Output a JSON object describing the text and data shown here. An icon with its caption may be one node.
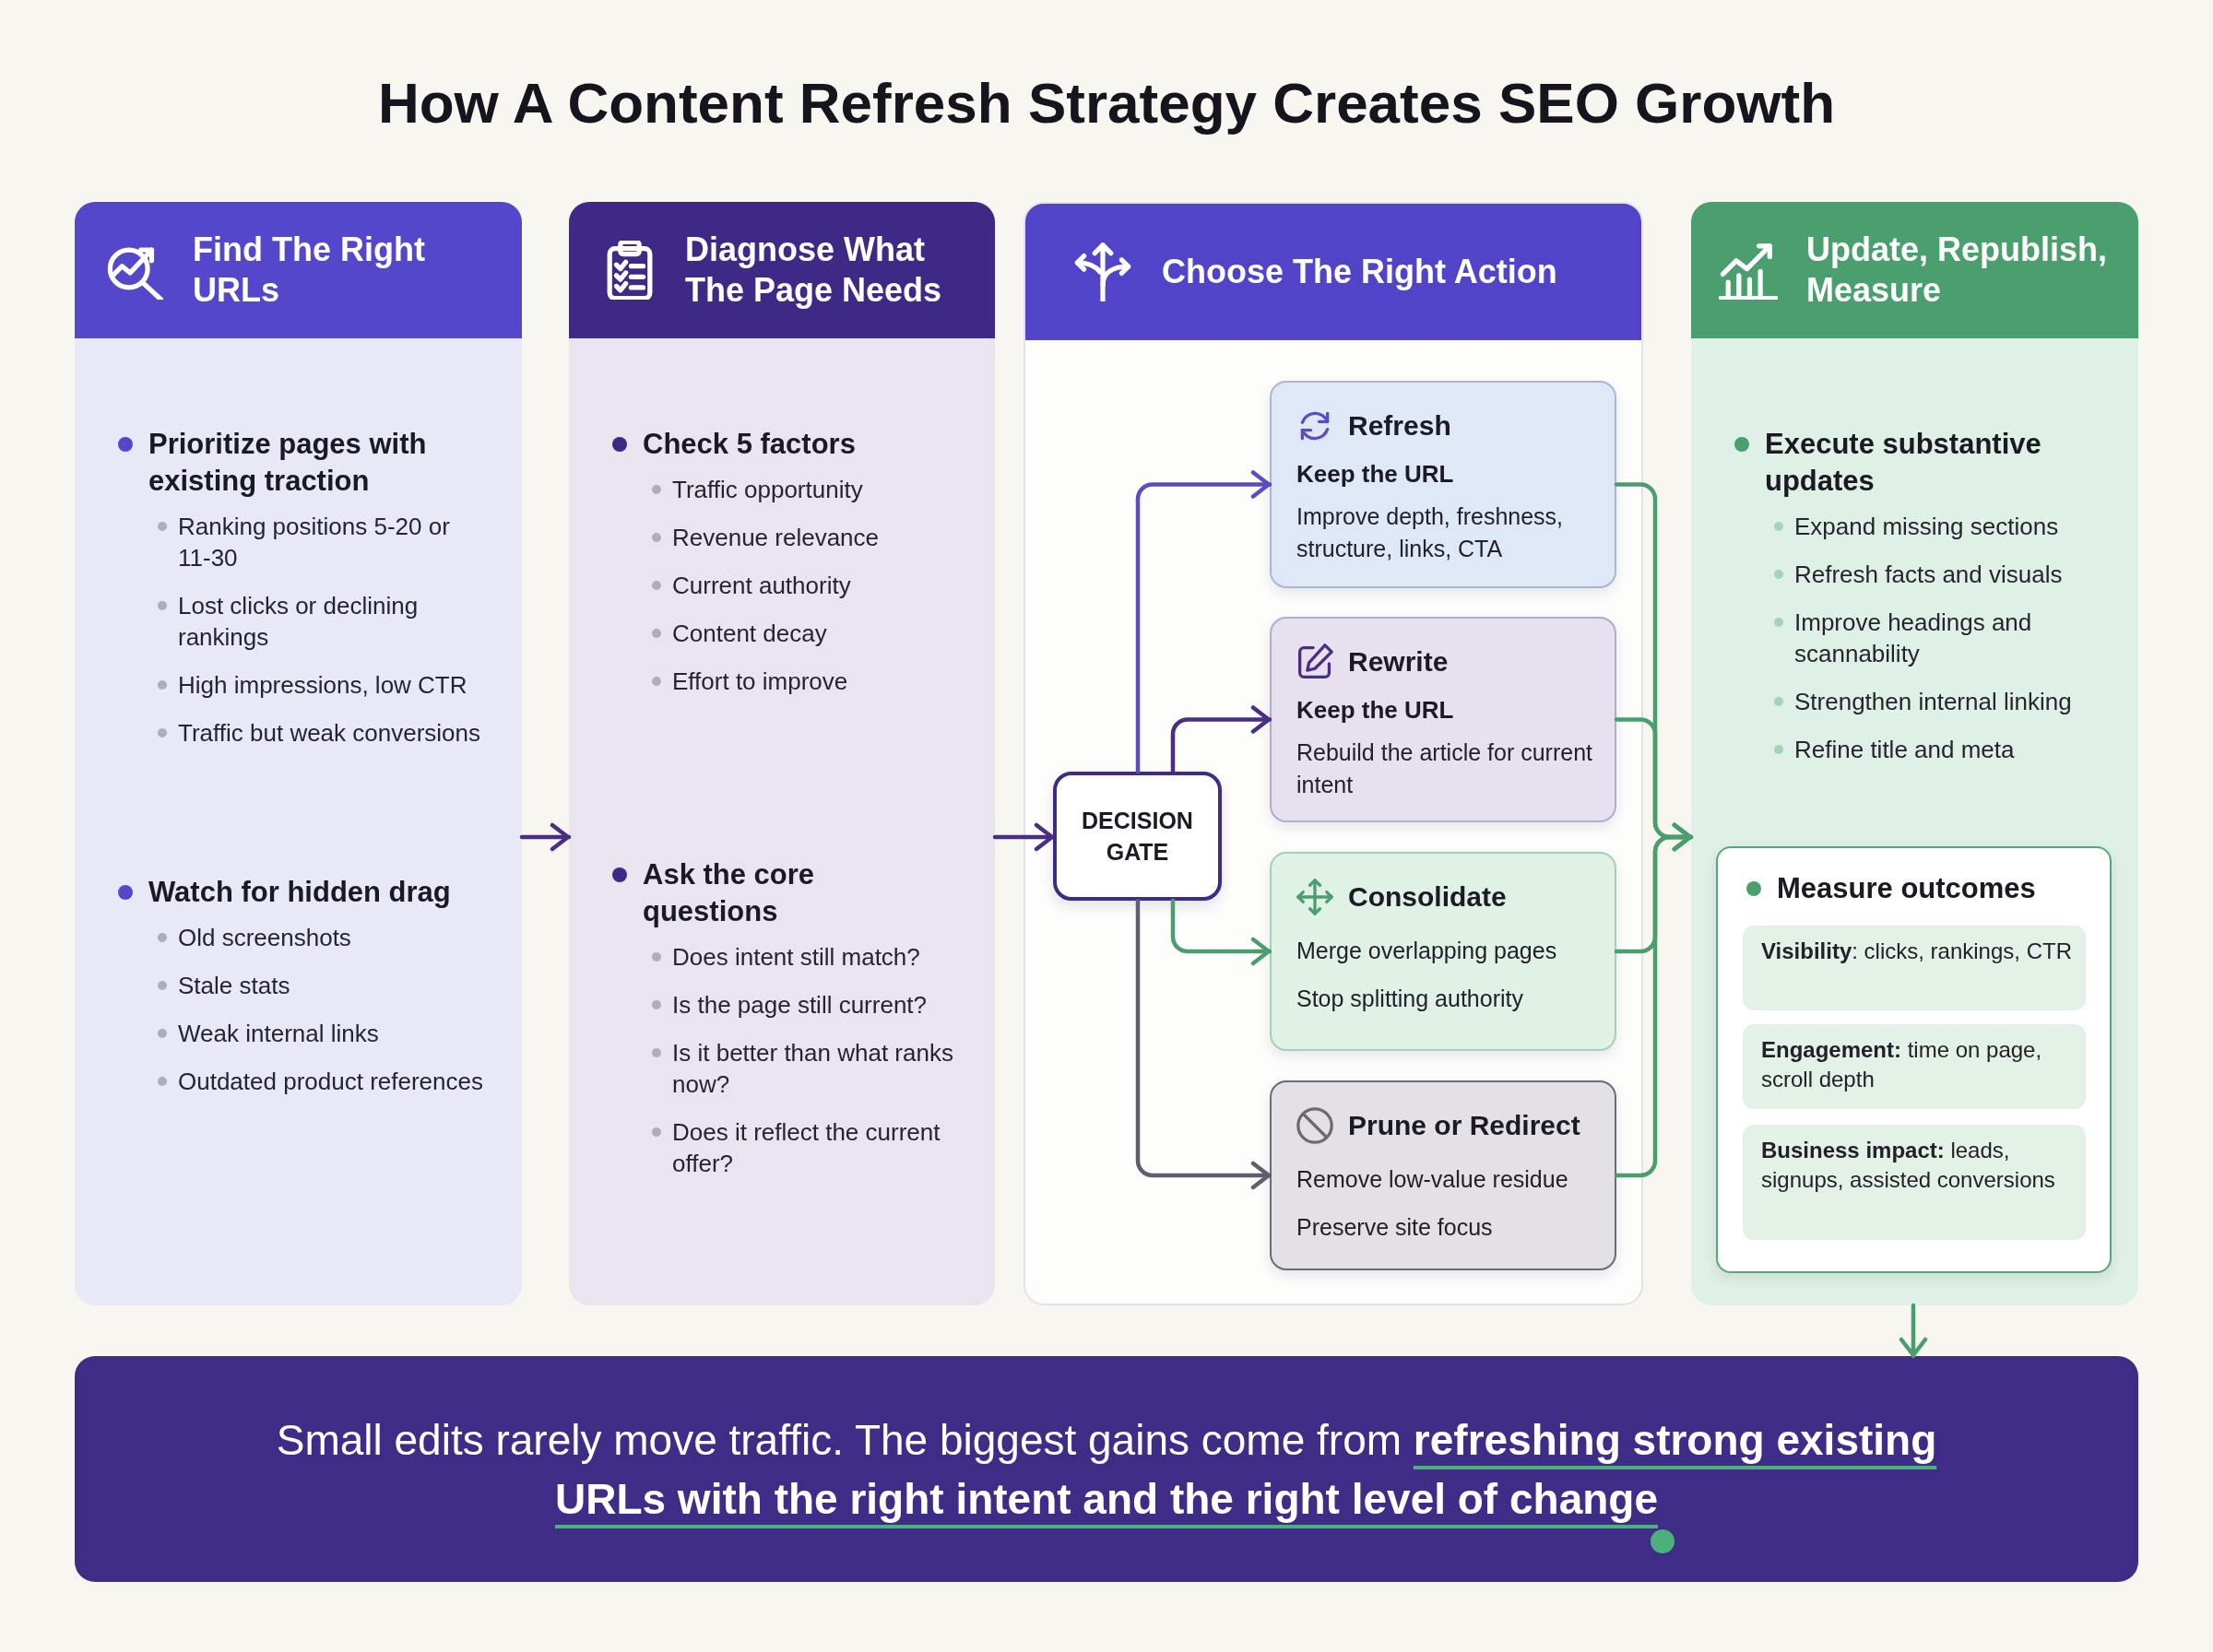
{
  "diagram": {
    "title": "How A Content Refresh Strategy Creates SEO Growth",
    "nodes": [
      {
        "text": [
          "Find The Right URLs",
          "Prioritize pages with existing traction",
          "Ranking positions 5-20 or 11-30",
          "Lost clicks or declining rankings",
          "High impressions, low CTR",
          "Traffic but weak conversions",
          "Watch for hidden drag",
          "Old screenshots",
          "Stale stats",
          "Weak internal links",
          "Outdated product references"
        ]
      },
      {
        "text": [
          "Diagnose What The Page Needs",
          "Check 5 factors",
          "Traffic opportunity",
          "Revenue relevance",
          "Current authority",
          "Content decay",
          "Effort to improve",
          "Ask the core questions",
          "Does intent still match?",
          "Is the page still current?",
          "Is it better than what ranks now?",
          "Does it reflect the current offer?"
        ]
      },
      {
        "text": [
          "Choose The Right Action"
        ]
      },
      {
        "text": [
          "DECISION GATE"
        ],
        "in": 2
      },
      {
        "text": [
          "Refresh",
          "Keep the URL",
          "Improve depth, freshness, structure, links, CTA"
        ],
        "in": 2
      },
      {
        "text": [
          "Rewrite",
          "Keep the URL",
          "Rebuild the article for current intent"
        ],
        "in": 2
      },
      {
        "text": [
          "Consolidate",
          "Merge overlapping pages",
          "Stop splitting authority"
        ],
        "in": 2
      },
      {
        "text": [
          "Prune or Redirect",
          "Remove low-value residue",
          "Preserve site focus"
        ],
        "in": 2
      },
      {
        "text": [
          "Update, Republish, Measure",
          "Execute substantive updates",
          "Expand missing sections",
          "Refresh facts and visuals",
          "Improve headings and scannability",
          "Strengthen internal linking",
          "Refine title and meta"
        ]
      },
      {
        "text": [
          "Measure outcomes"
        ],
        "in": 8
      },
      {
        "text": [
          "**Visibility**: clicks, rankings, CTR"
        ],
        "in": 9
      },
      {
        "text": [
          "**Engagement:** time on page, scroll depth"
        ],
        "in": 9
      },
      {
        "text": [
          "**Business impact:** leads, signups, assisted conversions"
        ],
        "in": 9
      },
      {
        "text": [
          "Small edits rarely move traffic. The biggest gains come from **refreshing strong existing URLs with the right intent and the right level of change**"
        ]
      }
    ],
    "edges": [
      {
        "from": 0,
        "to": 1,
        "arrow": "to",
        "color": "#4b2e83"
      },
      {
        "from": 1,
        "to": 3,
        "arrow": "to",
        "color": "#4b2e83"
      },
      {
        "from": 3,
        "to": 4,
        "arrow": "to",
        "color": "#5b4bc4"
      },
      {
        "from": 3,
        "to": 5,
        "arrow": "to",
        "color": "#4b2e83"
      },
      {
        "from": 3,
        "to": 6,
        "arrow": "to"
      },
      {
        "from": 3,
        "to": 7,
        "arrow": "to",
        "color": "#5f5d6e"
      },
      {
        "from": 4,
        "to": 8,
        "arrow": "to"
      },
      {
        "from": 5,
        "to": 8,
        "arrow": "to"
      },
      {
        "from": 6,
        "to": 8,
        "arrow": "to"
      },
      {
        "from": 7,
        "to": 8,
        "arrow": "to"
      },
      {
        "from": 8,
        "to": 13,
        "arrow": "to"
      }
    ]
  }
}
